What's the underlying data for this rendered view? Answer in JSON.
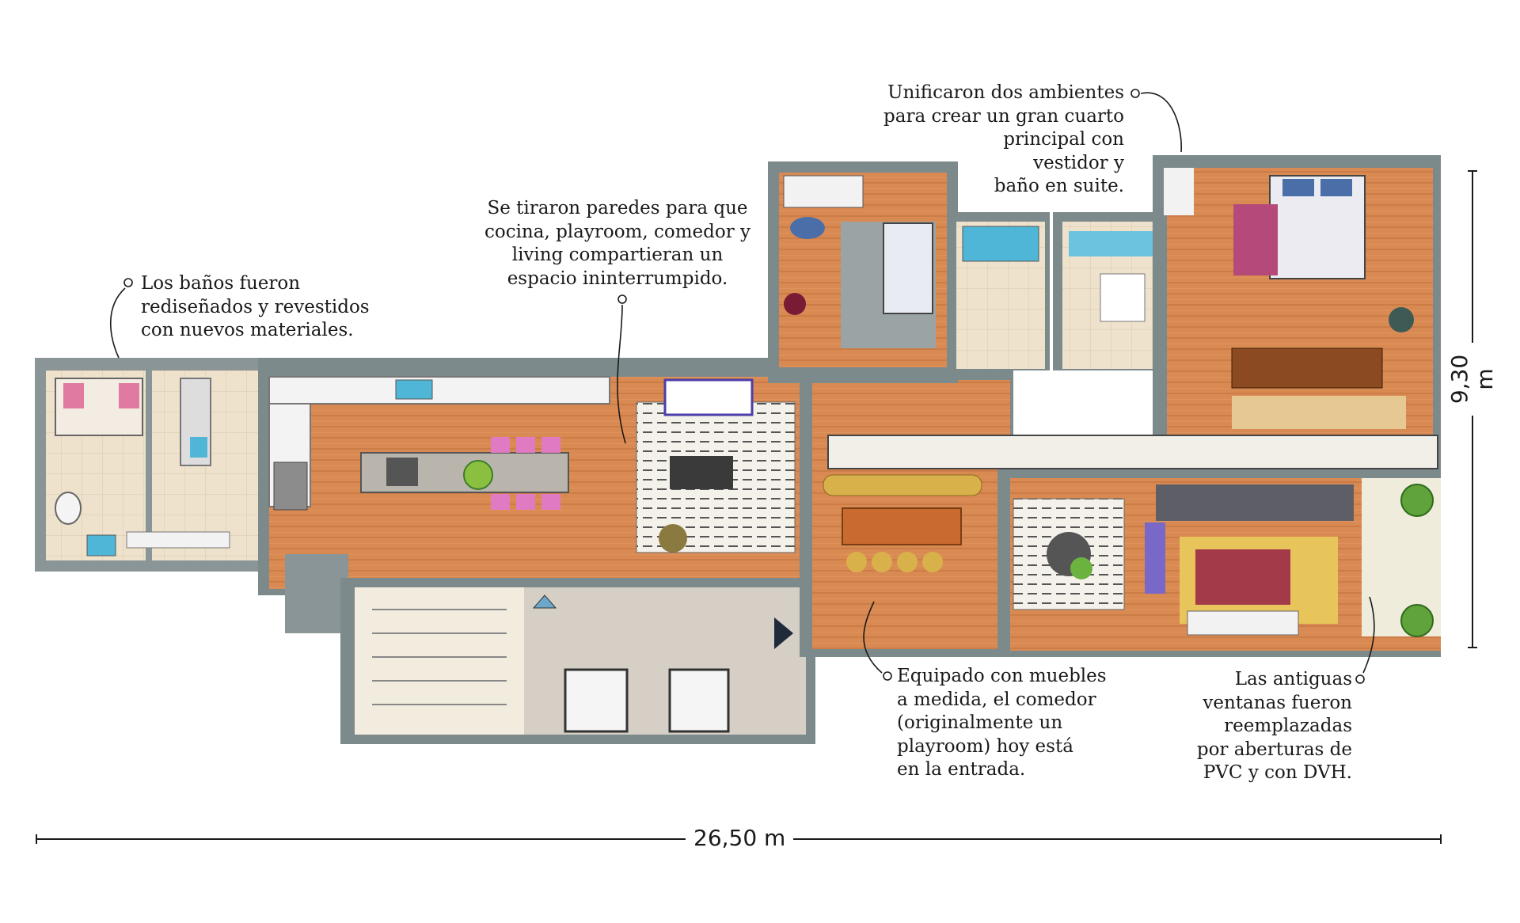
{
  "annotations": {
    "banos": [
      "Los baños fueron",
      "rediseñados y revestidos",
      "con nuevos materiales."
    ],
    "paredes": [
      "Se tiraron paredes para que",
      "cocina, playroom, comedor y",
      "living compartieran un",
      "espacio ininterrumpido."
    ],
    "cuarto": [
      "Unificaron dos ambientes",
      "para crear un gran cuarto",
      "principal con",
      "vestidor y",
      "baño en suite."
    ],
    "comedor": [
      "Equipado con muebles",
      "a medida, el comedor",
      "(originalmente un",
      "playroom) hoy está",
      "en la entrada."
    ],
    "ventanas": [
      "Las antiguas",
      "ventanas fueron",
      "reemplazadas",
      "por aberturas de",
      "PVC y con DVH."
    ]
  },
  "dimensions": {
    "width": "26,50 m",
    "height": "9,30 m"
  },
  "colors": {
    "wood": "#d98a52",
    "wall": "#7d8a8c",
    "tile": "#efe2cc",
    "concrete": "#c8c4bd",
    "ink": "#1a1a1a"
  }
}
